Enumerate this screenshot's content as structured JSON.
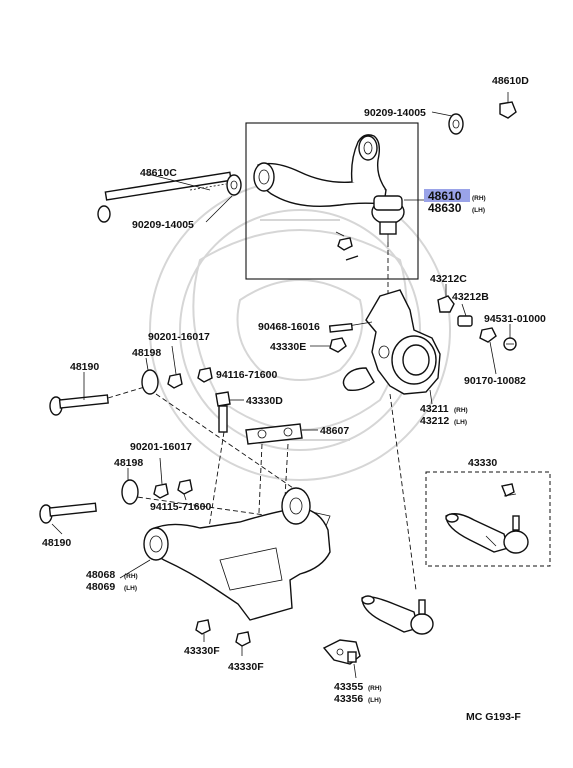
{
  "labels": {
    "p48610d": "48610D",
    "p90209_top": "90209-14005",
    "p48610c": "48610C",
    "p90209_left": "90209-14005",
    "p48610": "48610",
    "p48630": "48630",
    "p43212c": "43212C",
    "p43212b": "43212B",
    "p94531": "94531-01000",
    "p90170": "90170-10082",
    "p90468": "90468-16016",
    "p43330e": "43330E",
    "p90201_a": "90201-16017",
    "p48198_a": "48198",
    "p48190_a": "48190",
    "p94116": "94116-71600",
    "p43330d": "43330D",
    "p48607": "48607",
    "p43211": "43211",
    "p43212": "43212",
    "p90201_b": "90201-16017",
    "p48198_b": "48198",
    "p94115": "94115-71600",
    "p48190_b": "48190",
    "p43330": "43330",
    "p48068": "48068",
    "p48069": "48069",
    "p43330f_a": "43330F",
    "p43330f_b": "43330F",
    "p43355": "43355",
    "p43356": "43356",
    "rh": "(RH)",
    "lh": "(LH)",
    "ref_code": "MC G193-F"
  },
  "colors": {
    "highlight": "#9aa3e8",
    "line": "#111111",
    "watermark": "#d6d6d6"
  },
  "selected_part": "48610"
}
